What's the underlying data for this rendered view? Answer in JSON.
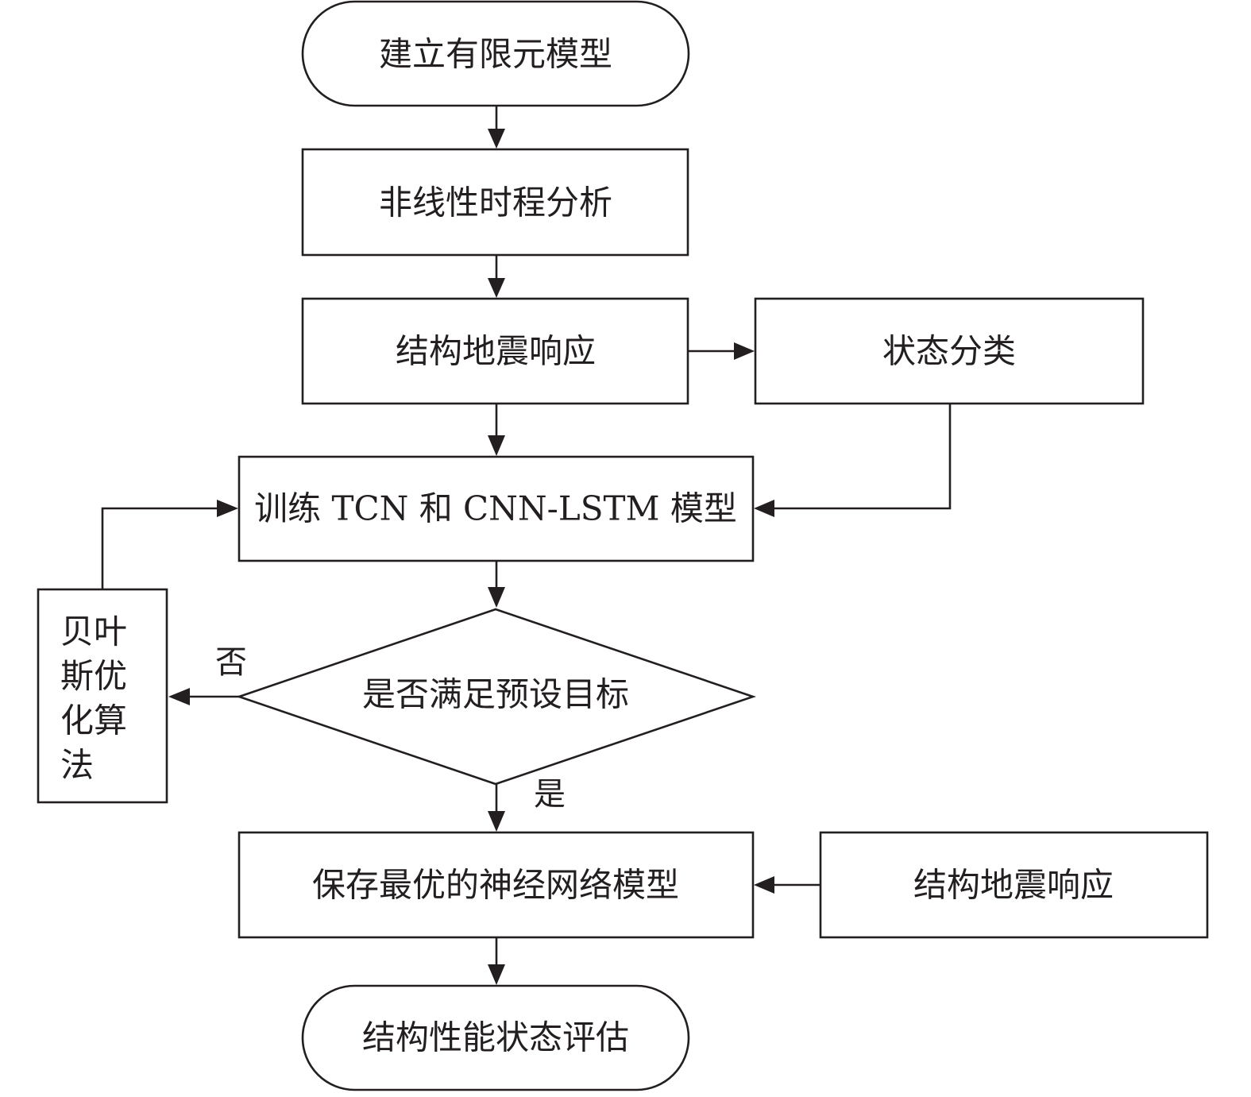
{
  "diagram": {
    "nodes": {
      "build_fem": "建立有限元模型",
      "nonlinear_analysis": "非线性时程分析",
      "seismic_response_1": "结构地震响应",
      "state_classification": "状态分类",
      "train_models": "训练 TCN 和 CNN-LSTM 模型",
      "goal_decision": "是否满足预设目标",
      "bayes_opt": [
        "贝叶",
        "斯优",
        "化算",
        "法"
      ],
      "save_best": "保存最优的神经网络模型",
      "seismic_response_2": "结构地震响应",
      "evaluate": "结构性能状态评估"
    },
    "edge_labels": {
      "no": "否",
      "yes": "是"
    }
  }
}
